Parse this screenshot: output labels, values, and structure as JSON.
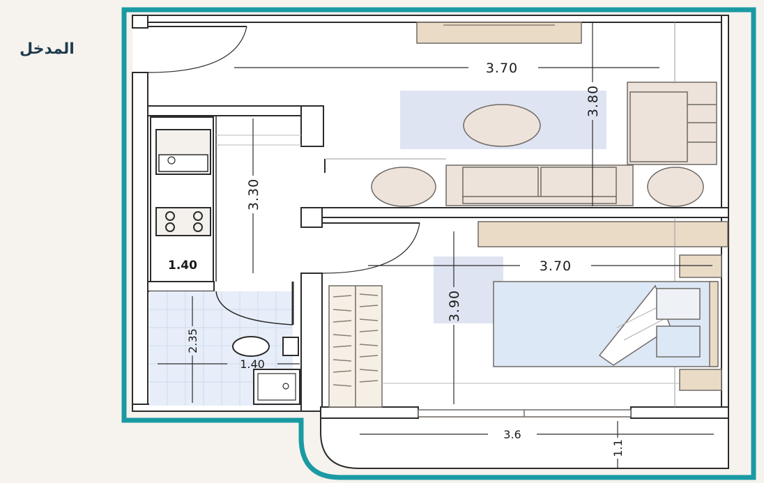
{
  "labels": {
    "entrance": "المدخل"
  },
  "dimensions": {
    "living_width": "3.70",
    "living_depth": "3.80",
    "corridor_length": "3.30",
    "kitchen_width": "1.40",
    "bath_depth": "2.35",
    "bath_width": "1.40",
    "bedroom_width": "3.70",
    "bedroom_depth": "3.90",
    "balcony_width": "3.6",
    "balcony_depth": "1.1"
  },
  "colors": {
    "outline": "#1a9aa3",
    "wall": "#2b2b2b",
    "floor": "#ffffff",
    "rug": "#dfe4f2",
    "furniture": "#ede3da",
    "wood": "#eadbc7",
    "bed": "#dde8f6",
    "tile": "#e7eef9"
  }
}
